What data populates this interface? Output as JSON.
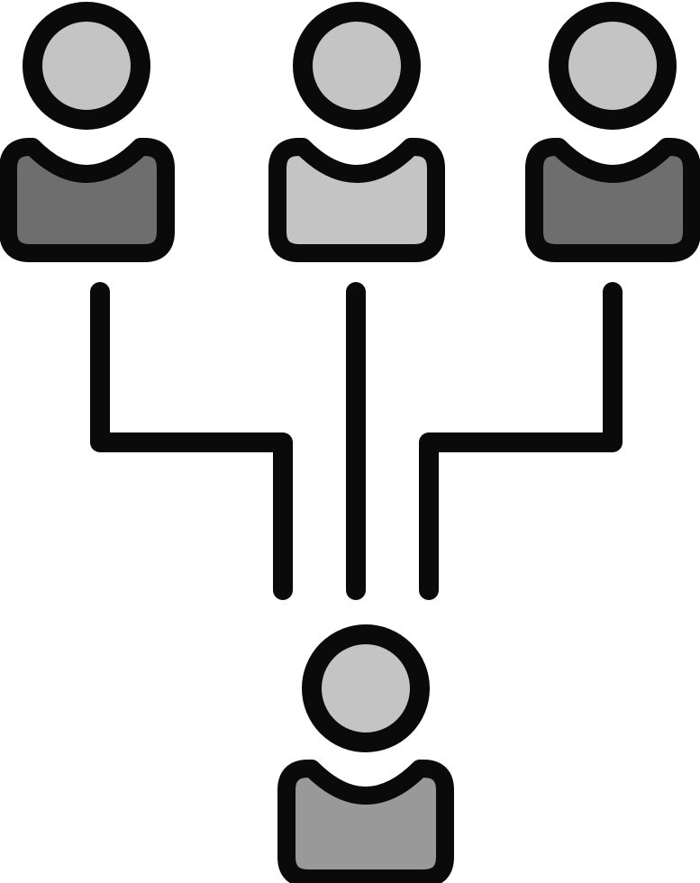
{
  "icon": "team-hierarchy-icon",
  "colors": {
    "outline": "#0a0a0a",
    "background": "#ffffff"
  },
  "people": [
    {
      "name": "person-left",
      "icon": "user-icon",
      "head_color": "#c4c4c4",
      "body_color": "#6e6e6e"
    },
    {
      "name": "person-center",
      "icon": "user-icon",
      "head_color": "#c4c4c4",
      "body_color": "#c4c4c4"
    },
    {
      "name": "person-right",
      "icon": "user-icon",
      "head_color": "#c4c4c4",
      "body_color": "#6e6e6e"
    },
    {
      "name": "person-bottom",
      "icon": "user-icon",
      "head_color": "#c4c4c4",
      "body_color": "#999999"
    }
  ],
  "connectors": [
    {
      "name": "connector-left",
      "from": "person-left",
      "to": "person-bottom"
    },
    {
      "name": "connector-center",
      "from": "person-center",
      "to": "person-bottom"
    },
    {
      "name": "connector-right",
      "from": "person-right",
      "to": "person-bottom"
    }
  ]
}
